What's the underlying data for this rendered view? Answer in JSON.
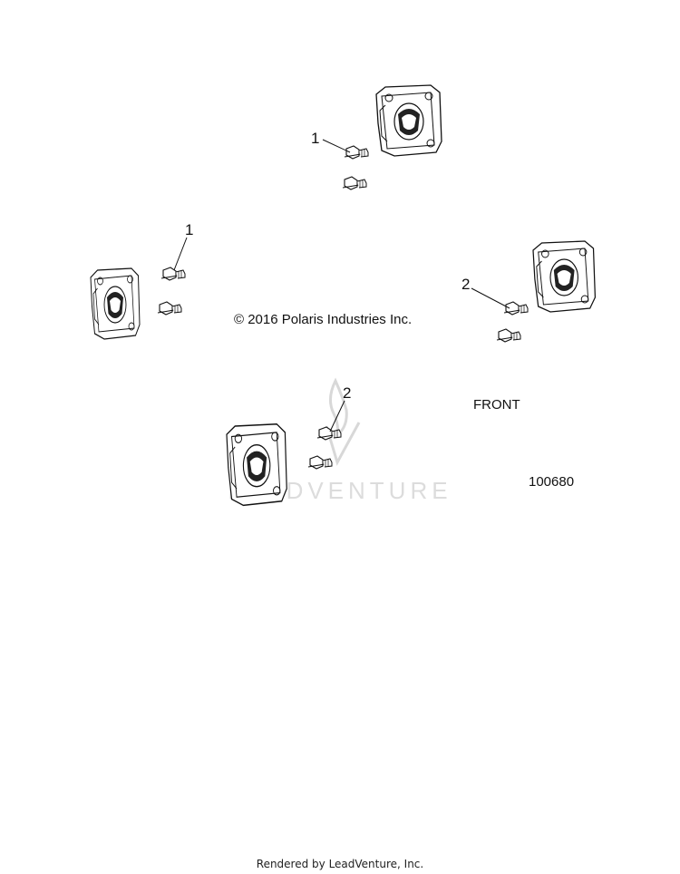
{
  "diagram": {
    "copyright": "© 2016 Polaris Industries Inc.",
    "orientation_label": "FRONT",
    "figure_number": "100680",
    "callouts": [
      "1",
      "1",
      "2",
      "2"
    ],
    "watermark": {
      "brand": "LEADVENTURE",
      "logo": "flame-logo-icon",
      "color": "#d8d8d8"
    }
  },
  "footer": {
    "text": "Rendered by LeadVenture, Inc."
  }
}
